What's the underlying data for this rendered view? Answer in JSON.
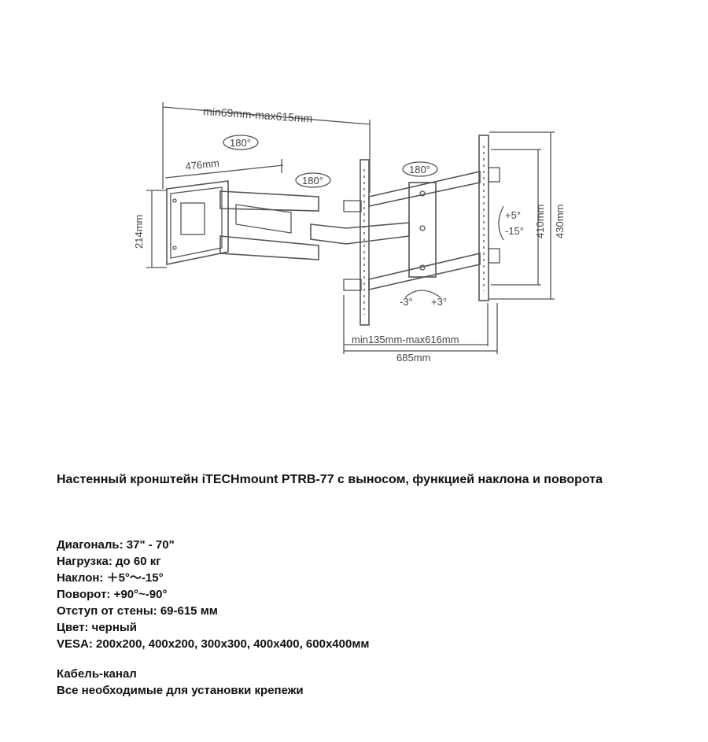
{
  "diagram": {
    "dim_arm_extension": "min69mm-max615mm",
    "dim_wall_plate_width": "476mm",
    "dim_wall_plate_height": "214mm",
    "swivel_left": "180°",
    "swivel_mid": "180°",
    "swivel_right": "180°",
    "tilt_up": "+5°",
    "tilt_down": "-15°",
    "roll_left": "-3°",
    "roll_right": "+3°",
    "dim_inner_height": "410mm",
    "dim_outer_height": "430mm",
    "dim_tv_bracket_offset": "min135mm-max616mm",
    "dim_tv_bracket_width": "685mm"
  },
  "product": {
    "title": "Настенный кронштейн iTECHmount PTRB-77 с выносом, функцией наклона и поворота"
  },
  "specs": [
    "Диагональ: 37\" - 70\"",
    "Нагрузка: до 60 кг",
    "Наклон: ＋5°～-15°",
    "Поворот: +90°~-90°",
    "Отступ от стены: 69-615 мм",
    "Цвет: черный",
    "VESA: 200x200, 400x200, 300x300, 400x400, 600x400мм"
  ],
  "extras": [
    "Кабель-канал",
    "Все необходимые для установки крепежи"
  ]
}
